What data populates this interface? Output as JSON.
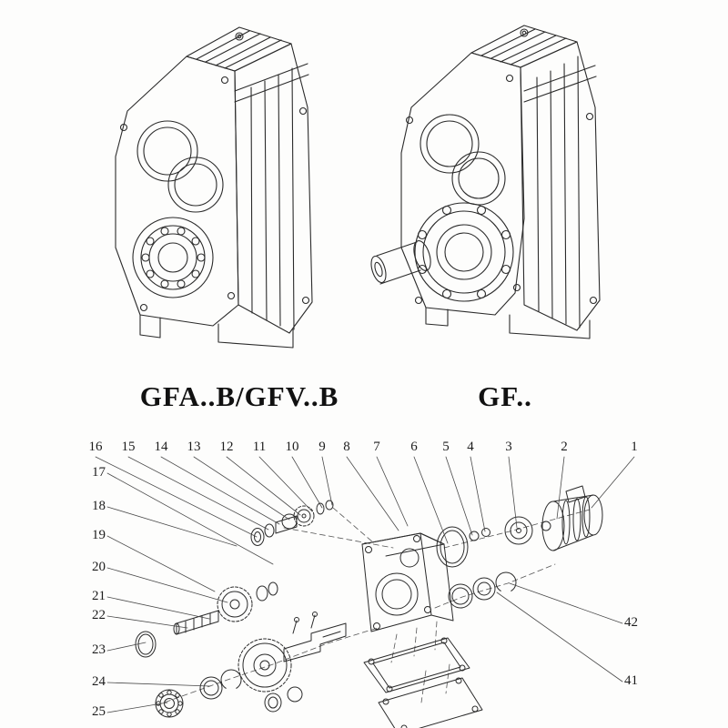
{
  "page": {
    "background": "#fdfdfc",
    "line_color": "#2b2b2b",
    "description": "Gear reducer catalog page: two isometric line drawings of helical gear units above an exploded parts diagram with numbered callouts"
  },
  "figures": {
    "left": {
      "label": "GFA..B/GFV..B"
    },
    "right": {
      "label": "GF.."
    }
  },
  "exploded": {
    "top_numbers": [
      "16",
      "15",
      "14",
      "13",
      "12",
      "11",
      "10",
      "9",
      "8",
      "7",
      "6",
      "5",
      "4",
      "3",
      "2",
      "1"
    ],
    "left_numbers": [
      "17",
      "18",
      "19",
      "20",
      "21",
      "22",
      "23",
      "24",
      "25"
    ],
    "right_numbers": [
      "42",
      "41"
    ]
  }
}
